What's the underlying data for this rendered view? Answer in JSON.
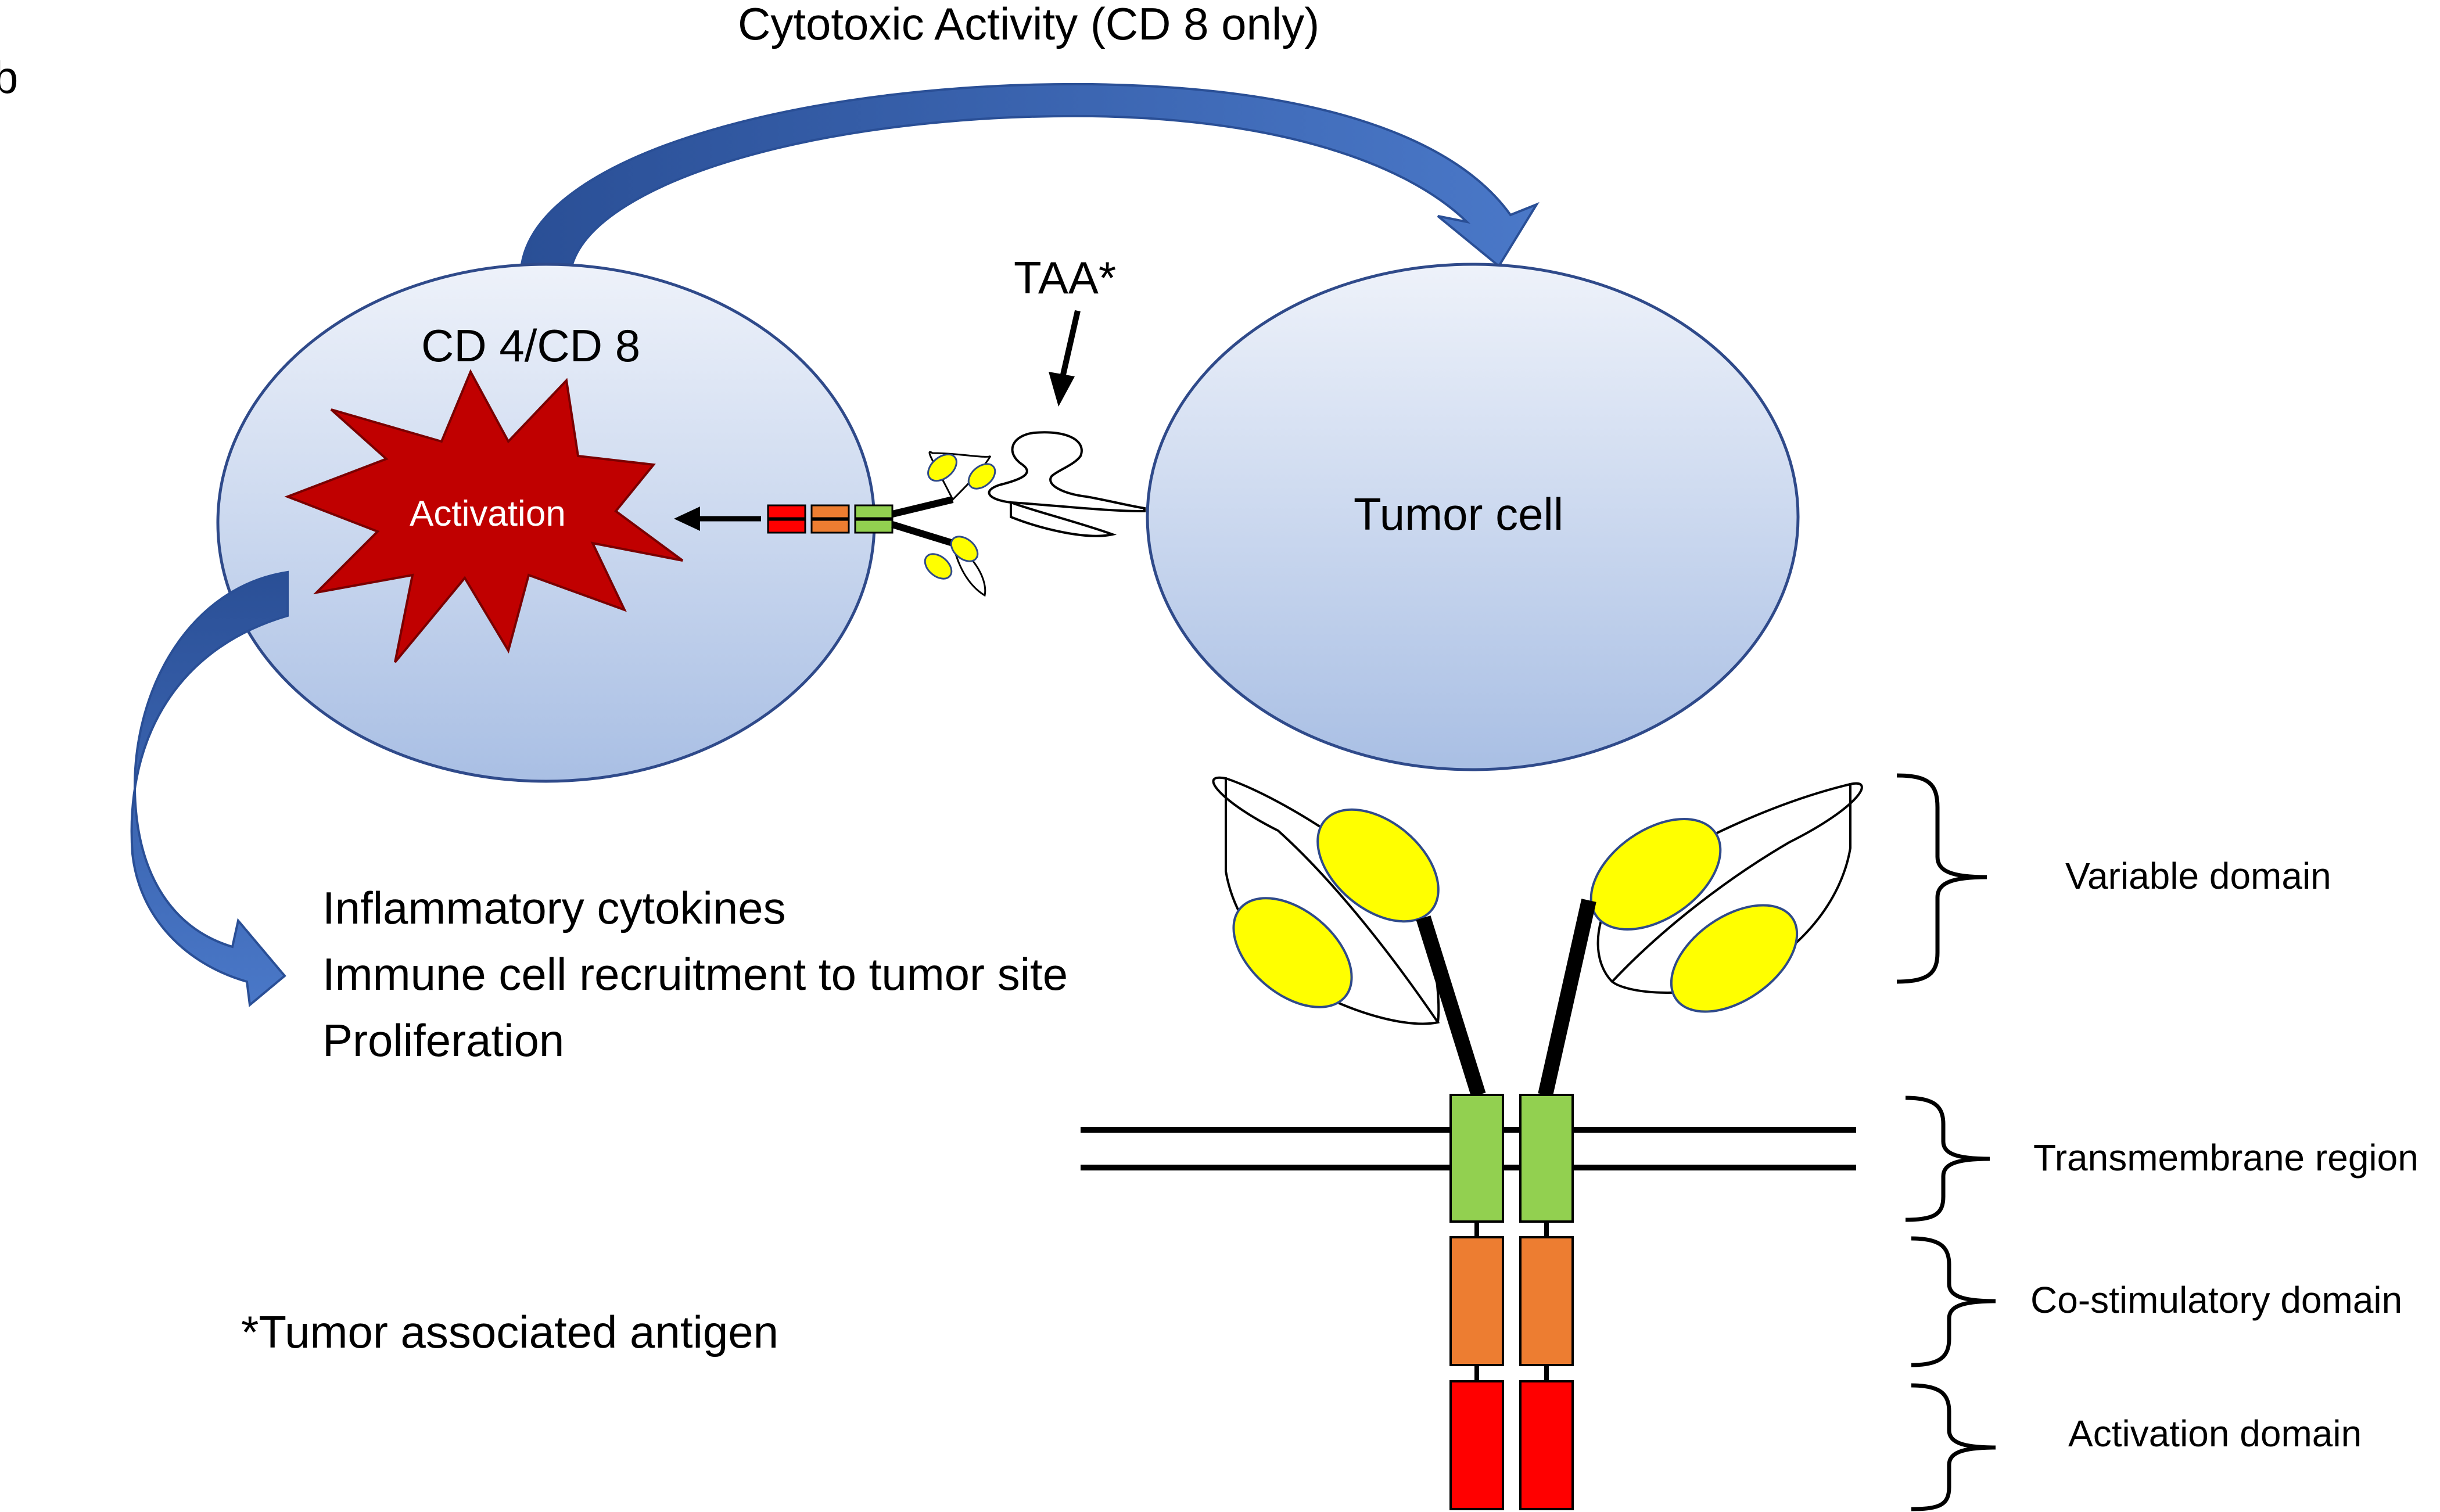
{
  "panel_label": "b",
  "top_arrow_label": "Cytotoxic Activity (CD 8 only)",
  "tcell": {
    "label": "CD 4/CD 8"
  },
  "activation": {
    "label": "Activation"
  },
  "taa": {
    "label": "TAA*"
  },
  "tumor": {
    "label": "Tumor cell"
  },
  "outcomes": [
    "Inflammatory cytokines",
    "Immune cell recruitment to tumor site",
    "Proliferation"
  ],
  "footnote": "*Tumor associated antigen",
  "domains": [
    {
      "name": "Variable domain"
    },
    {
      "name": "Transmembrane region"
    },
    {
      "name": "Co-stimulatory domain"
    },
    {
      "name": "Activation domain"
    }
  ],
  "colors": {
    "cell_fill_top": "#eef2fa",
    "cell_fill_bottom": "#a9bfe4",
    "cell_stroke": "#2f4a8a",
    "arrow_light": "#4a78c8",
    "arrow_dark": "#2a4f96",
    "activation_red": "#c00000",
    "scfv_yellow": "#ffff00",
    "transmembrane_green": "#92d050",
    "costim_orange": "#ed7d31",
    "activation_domain_red": "#ff0000"
  }
}
